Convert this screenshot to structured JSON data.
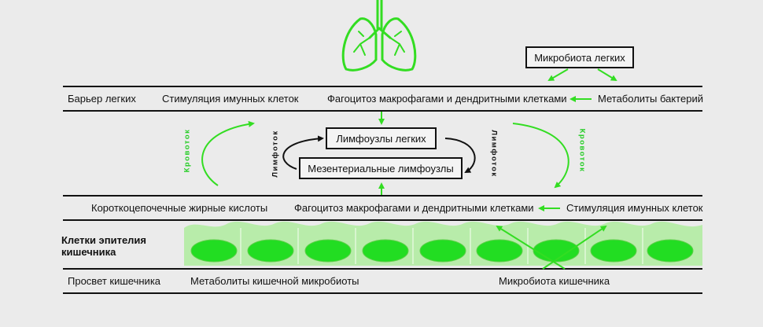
{
  "boxes": {
    "lung_microbiota": "Микробиота легких",
    "lung_lymph_nodes": "Лимфоузлы легких",
    "mesenteric_lymph_nodes": "Мезентериальные лимфоузлы"
  },
  "lung_barrier_row": {
    "barrier": "Барьер легких",
    "immune_stimulation": "Стимуляция имунных клеток",
    "phagocytosis": "Фагоцитоз макрофагами и дендритными клетками",
    "bacterial_metabolites": "Метаболиты бактерий"
  },
  "flow_labels": {
    "blood_flow_left": "Кровоток",
    "blood_flow_right": "Кровоток",
    "lymph_flow_left": "Лимфоток",
    "lymph_flow_right": "Лимфоток"
  },
  "gut_row": {
    "scfa": "Короткоцепочечные жирные кислоты",
    "phagocytosis": "Фагоцитоз макрофагами и дендритными клетками",
    "immune_stimulation": "Стимуляция имунных клеток"
  },
  "epithelium": {
    "label_line1": "Клетки эпителия",
    "label_line2": "кишечника"
  },
  "lumen_row": {
    "lumen": "Просвет кишечника",
    "metabolites": "Метаболиты кишечной микробиоты",
    "microbiota": "Микробиота кишечника"
  },
  "colors": {
    "accent": "#33dd22",
    "line": "#111111",
    "background": "#ebebeb",
    "cell_body": "#b8ecaa",
    "nucleus": "#22dd22"
  }
}
